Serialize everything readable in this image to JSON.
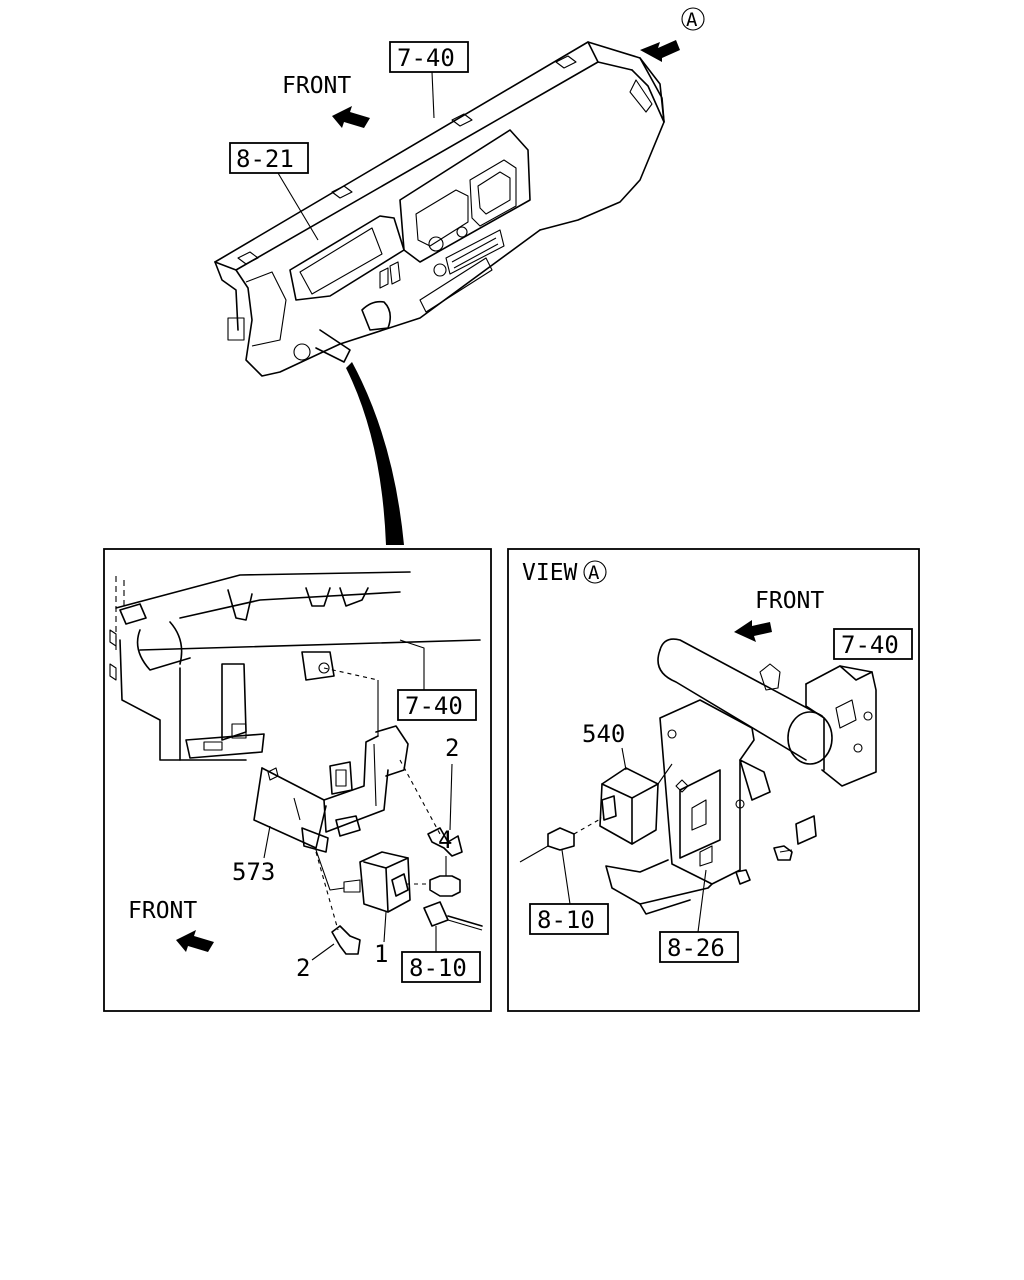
{
  "top": {
    "refs": [
      "7-40",
      "8-21"
    ],
    "front_label": "FRONT",
    "view_marker": "A"
  },
  "left_panel": {
    "refs": [
      "7-40",
      "8-10"
    ],
    "part_numbers": [
      "2",
      "4",
      "573",
      "1",
      "2"
    ],
    "front_label": "FRONT"
  },
  "right_panel": {
    "view_label": "VIEW",
    "view_marker": "A",
    "front_label": "FRONT",
    "refs": [
      "7-40",
      "8-10",
      "8-26"
    ],
    "part_numbers": [
      "540"
    ]
  },
  "colors": {
    "line": "#000000",
    "background": "#ffffff"
  }
}
